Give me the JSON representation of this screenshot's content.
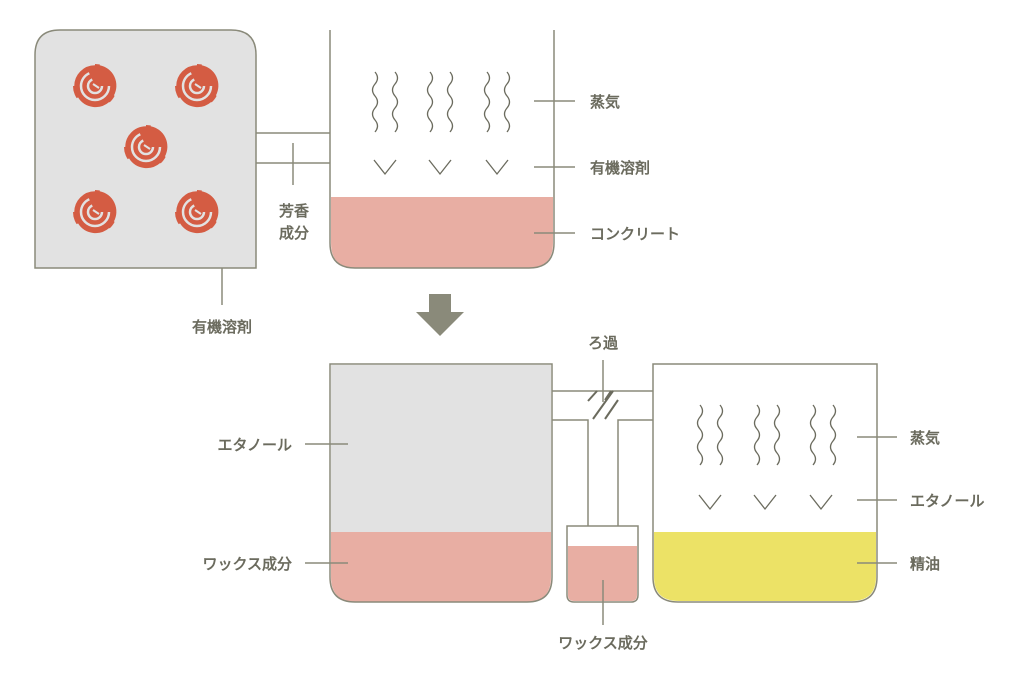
{
  "colors": {
    "outline": "#8a8a7a",
    "gray_fill": "#e2e2e2",
    "concrete": "#e8aea3",
    "oil": "#ece266",
    "rose": "#d45c43",
    "text": "#6b6b5e"
  },
  "top": {
    "aroma_label_1": "芳香",
    "aroma_label_2": "成分",
    "solvent_label": "有機溶剤",
    "steam_label": "蒸気",
    "organic_solvent_label": "有機溶剤",
    "concrete_label": "コンクリート"
  },
  "bottom": {
    "ethanol_label": "エタノール",
    "wax_label": "ワックス成分",
    "filter_label": "ろ過",
    "wax_small_label": "ワックス成分",
    "steam_label": "蒸気",
    "ethanol_right_label": "エタノール",
    "essential_oil_label": "精油"
  }
}
